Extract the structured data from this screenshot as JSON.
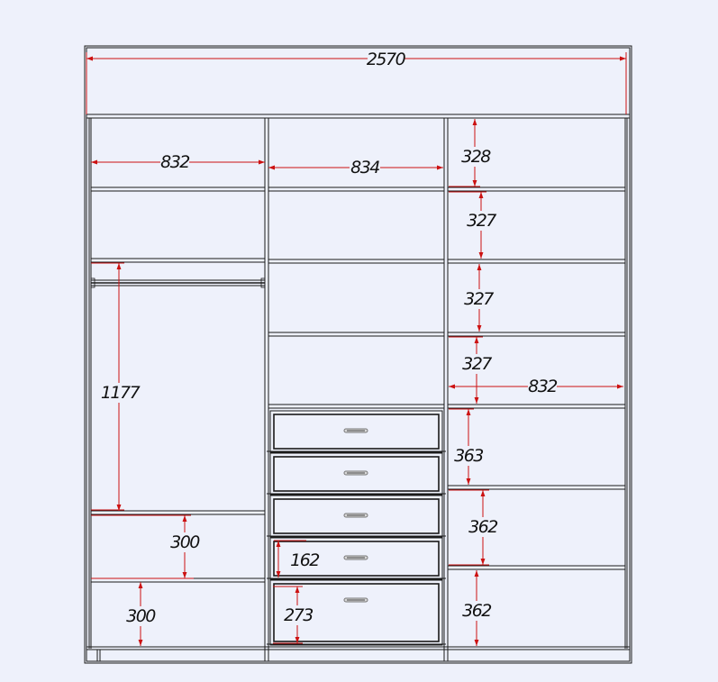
{
  "colors": {
    "background": "#eef1fb",
    "outline": "#1a1a1a",
    "dimension": "#cc1111",
    "handle": "#777777"
  },
  "dimensions": {
    "overall_width": "2570",
    "left_width": "832",
    "middle_width": "834",
    "right_width": "832",
    "hanging_height": "1177",
    "left_shelf_upper": "300",
    "left_shelf_lower": "300",
    "drawer_height": "162",
    "bottom_drawer_height": "273",
    "right_shelf_1": "328",
    "right_shelf_2": "327",
    "right_shelf_3": "327",
    "right_shelf_4": "327",
    "right_shelf_5": "363",
    "right_shelf_6": "362",
    "right_shelf_7": "362"
  },
  "drawers": {
    "count": 5,
    "handle_icon": "drawer-handle-icon"
  }
}
